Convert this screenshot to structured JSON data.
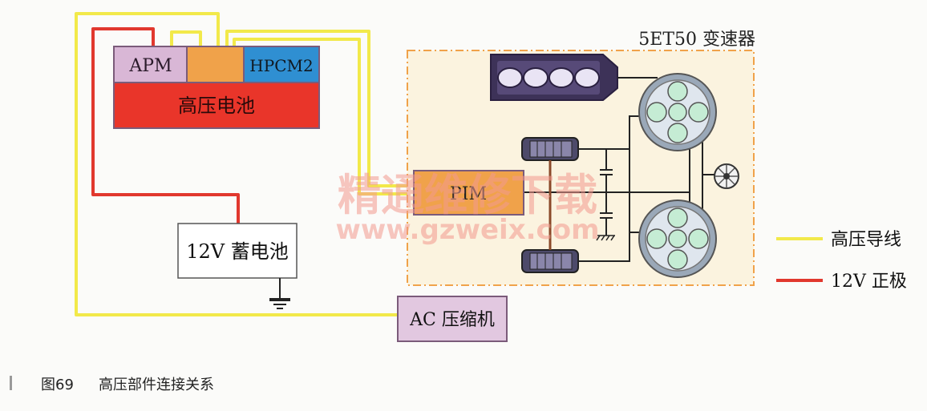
{
  "diagram": {
    "transmission_label": "5ET50 变速器",
    "components": {
      "apm": "APM",
      "hpcm2": "HPCM2",
      "hv_battery": "高压电池",
      "pim": "PIM",
      "battery_12v": "12V 蓄电池",
      "ac_compressor": "AC 压缩机"
    },
    "legend": [
      {
        "label": "高压导线",
        "color": "#f2e94a"
      },
      {
        "label": "12V 正极",
        "color": "#e1382e"
      }
    ],
    "watermark": {
      "line1": "精通维修下载",
      "line2": "www.gzweix.com"
    }
  },
  "caption": {
    "figure_no": "图69",
    "title": "高压部件连接关系"
  },
  "colors": {
    "hv_wire": "#f2e94a",
    "lv_wire": "#e1382e",
    "apm_fill": "#d9b7d6",
    "mid_fill": "#f0a24a",
    "hpcm2_fill": "#2f8fd2",
    "battery_fill": "#e9352a",
    "pim_fill": "#f0a24a",
    "box_outline": "#7b5b7a",
    "transmission_bg": "#fbf3df",
    "transmission_border": "#f0a24a"
  }
}
